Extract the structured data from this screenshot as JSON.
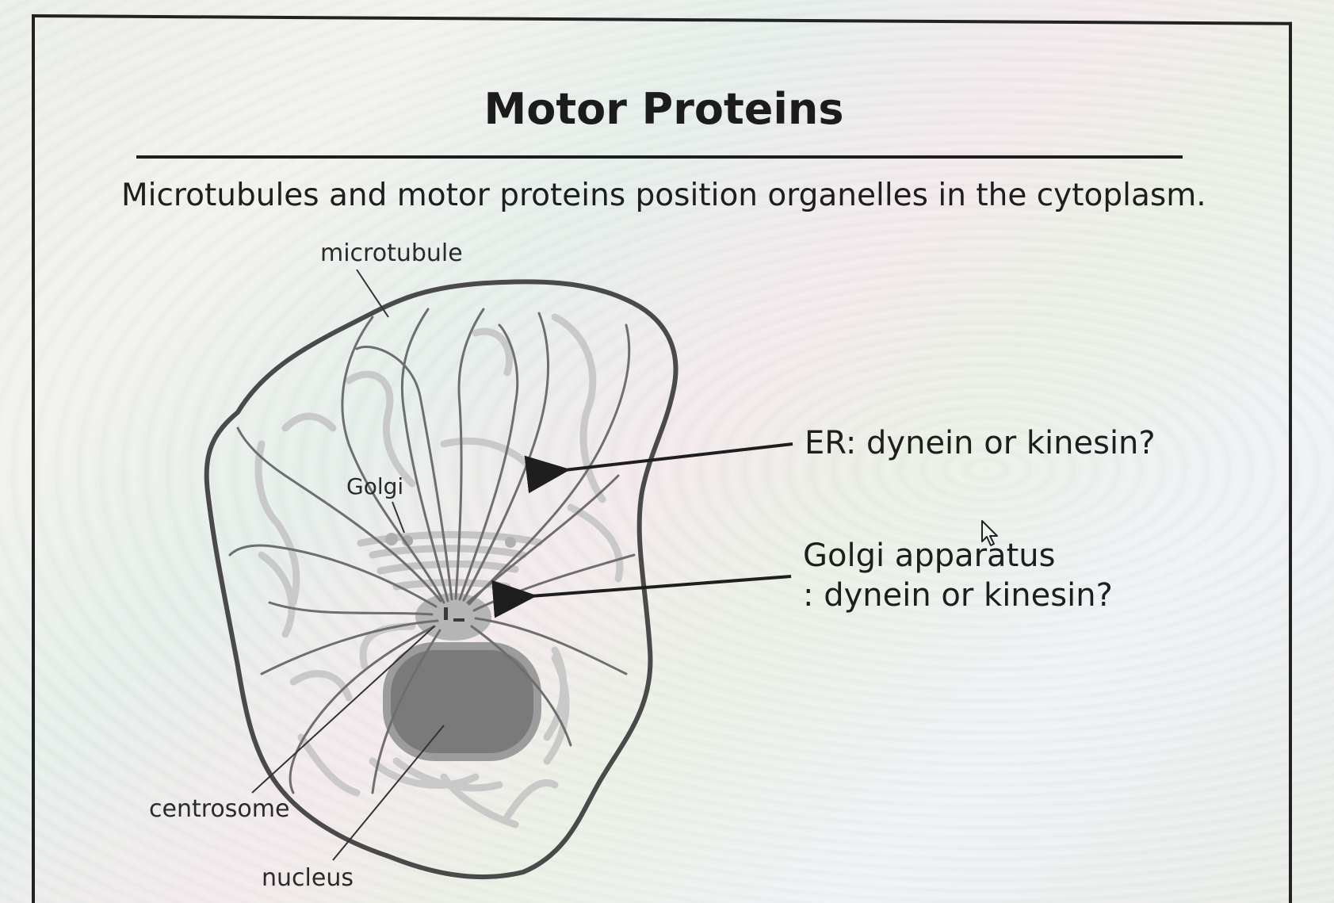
{
  "slide": {
    "title": "Motor Proteins",
    "subtitle": "Microtubules and motor proteins position organelles in the cytoplasm."
  },
  "diagram": {
    "labels": {
      "microtubule": "microtubule",
      "golgi": "Golgi",
      "centrosome": "centrosome",
      "nucleus": "nucleus"
    },
    "questions": {
      "er": "ER: dynein or kinesin?",
      "golgi_line1": "Golgi apparatus",
      "golgi_line2": ": dynein or kinesin?"
    },
    "colors": {
      "outline": "#4a4a4a",
      "microtubule": "#6e6e6e",
      "organelle": "#b9b9b9",
      "nucleus": "#7a7a7a"
    }
  },
  "icons": {
    "cursor": "mouse-pointer-icon"
  }
}
